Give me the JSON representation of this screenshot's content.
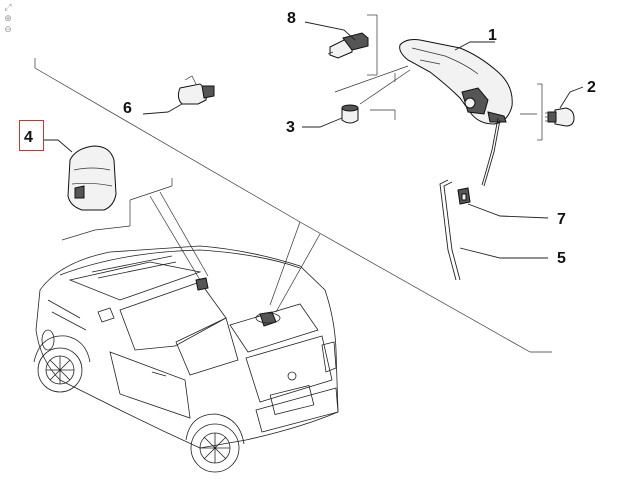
{
  "toolbar": {
    "icons": [
      "fit-view-icon",
      "zoom-in-icon",
      "zoom-out-icon"
    ]
  },
  "callouts": {
    "c1": "1",
    "c2": "2",
    "c3": "3",
    "c4": "4",
    "c5": "5",
    "c6": "6",
    "c7": "7",
    "c8": "8"
  },
  "selected_callout": "4",
  "highlight_color": "#c0392b"
}
